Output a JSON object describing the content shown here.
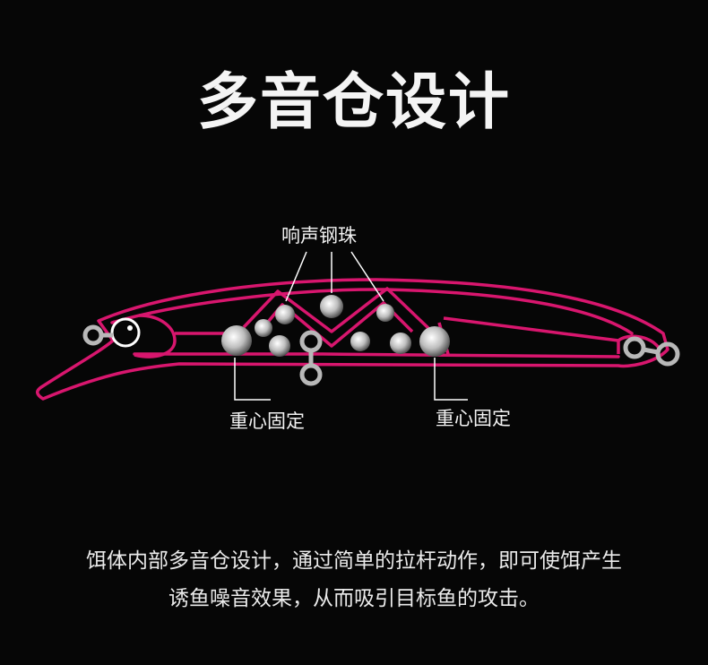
{
  "title": "多音仓设计",
  "labels": {
    "beads": "响声钢珠",
    "weight_left": "重心固定",
    "weight_right": "重心固定"
  },
  "description": {
    "line1": "饵体内部多音仓设计，通过简单的拉杆动作，即可使饵产生",
    "line2": "诱鱼噪音效果，从而吸引目标鱼的攻击。"
  },
  "colors": {
    "background": "#060606",
    "outline": "#d8166e",
    "ring": "#b8b8b8",
    "text": "#ffffff"
  }
}
